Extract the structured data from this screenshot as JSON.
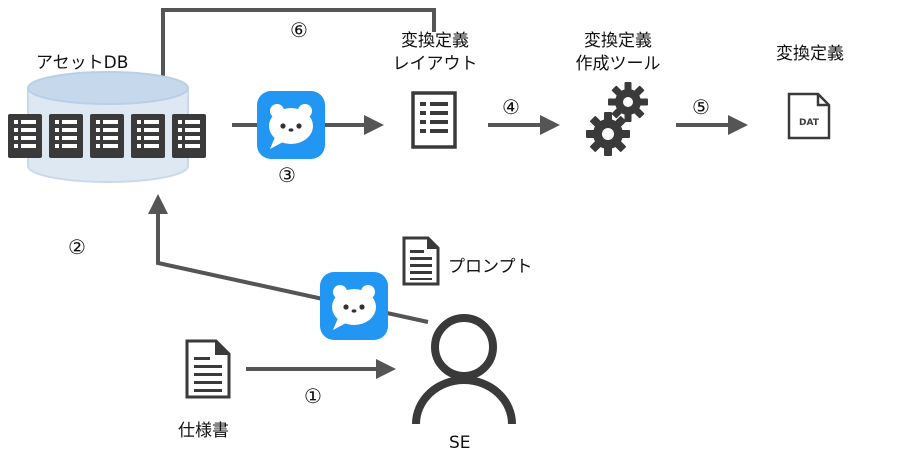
{
  "nodes": {
    "asset_db": {
      "label": "アセットDB"
    },
    "layout": {
      "line1": "変換定義",
      "line2": "レイアウト"
    },
    "tool": {
      "line1": "変換定義",
      "line2": "作成ツール"
    },
    "definition": {
      "label": "変換定義",
      "file_tag": "DAT"
    },
    "prompt": {
      "label": "プロンプト"
    },
    "spec": {
      "label": "仕様書"
    },
    "se": {
      "label": "SE"
    }
  },
  "steps": {
    "s1": "①",
    "s2": "②",
    "s3": "③",
    "s4": "④",
    "s5": "⑤",
    "s6": "⑥"
  },
  "colors": {
    "arrow": "#555555",
    "icon_dark": "#3a3a3a",
    "db_fill": "#dde8f3",
    "db_top": "#c5d8ec",
    "chat_blue": "#2196f3"
  },
  "icons": {
    "db": "database-icon",
    "chat": "chat-bear-icon",
    "doc": "document-icon",
    "gear": "gear-icon",
    "dat": "dat-file-icon",
    "user": "user-icon"
  }
}
